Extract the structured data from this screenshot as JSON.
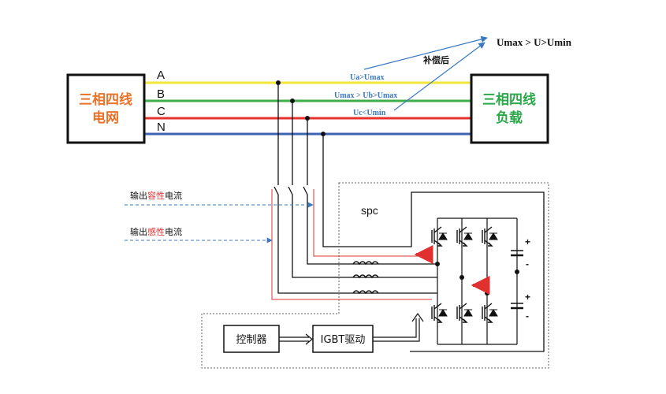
{
  "grid": {
    "line1": "三相四线",
    "line2": "电网"
  },
  "load": {
    "line1": "三相四线",
    "line2": "负载"
  },
  "phases": [
    "A",
    "B",
    "C",
    "N"
  ],
  "conditions": {
    "a": "Ua>Umax",
    "b": "Umax > Ub>Umax",
    "c": "Uc<Umin",
    "compensation": "补偿后",
    "result": "Umax > U>Umin"
  },
  "currents": {
    "capacitive": {
      "pre": "输出",
      "hl": "容性",
      "post": "电流"
    },
    "inductive": {
      "pre": "输出",
      "hl": "感性",
      "post": "电流"
    }
  },
  "spc_label": "spc",
  "controller_label": "控制器",
  "driver_label": "IGBT驱动",
  "signs": {
    "plus": "+",
    "minus": "-"
  },
  "colors": {
    "phase_a": "#f2e63a",
    "phase_b": "#3fae4a",
    "phase_c": "#e8322e",
    "phase_n": "#3f63b0",
    "label_blue": "#3a78c2",
    "arrow_red": "#e03030"
  }
}
